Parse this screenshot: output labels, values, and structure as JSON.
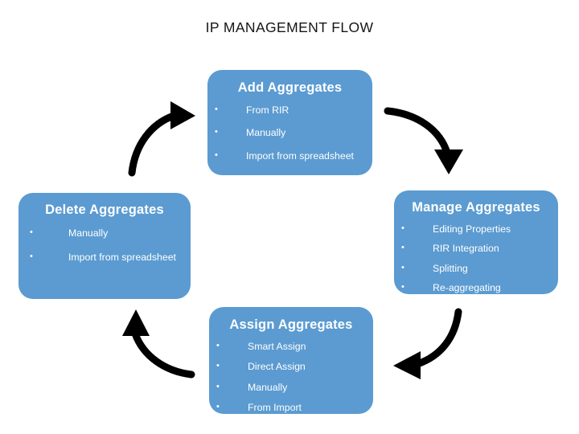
{
  "page": {
    "title": "IP MANAGEMENT FLOW",
    "background_color": "#ffffff",
    "node_color": "#5b9bd1",
    "node_text_color": "#ffffff",
    "arrow_color": "#000000",
    "title_color": "#161616"
  },
  "nodes": [
    {
      "id": "add",
      "title": "Add Aggregates",
      "bullet_glyph": "•",
      "items": [
        "From RIR",
        "Manually",
        "Import from spreadsheet"
      ]
    },
    {
      "id": "manage",
      "title": "Manage Aggregates",
      "bullet_glyph": "•",
      "items": [
        "Editing Properties",
        "RIR Integration",
        "Splitting",
        "Re-aggregating"
      ]
    },
    {
      "id": "assign",
      "title": "Assign Aggregates",
      "bullet_glyph": "•",
      "items": [
        "Smart Assign",
        "Direct Assign",
        "Manually",
        "From Import"
      ]
    },
    {
      "id": "delete",
      "title": "Delete Aggregates",
      "bullet_glyph": "•",
      "items": [
        "Manually",
        "Import from spreadsheet"
      ]
    }
  ],
  "arrows": [
    {
      "id": "add-to-manage",
      "from": "add",
      "to": "manage",
      "direction": "down-right"
    },
    {
      "id": "manage-to-assign",
      "from": "manage",
      "to": "assign",
      "direction": "left-down"
    },
    {
      "id": "assign-to-delete",
      "from": "assign",
      "to": "delete",
      "direction": "up-left"
    },
    {
      "id": "delete-to-add",
      "from": "delete",
      "to": "add",
      "direction": "up-right"
    }
  ]
}
